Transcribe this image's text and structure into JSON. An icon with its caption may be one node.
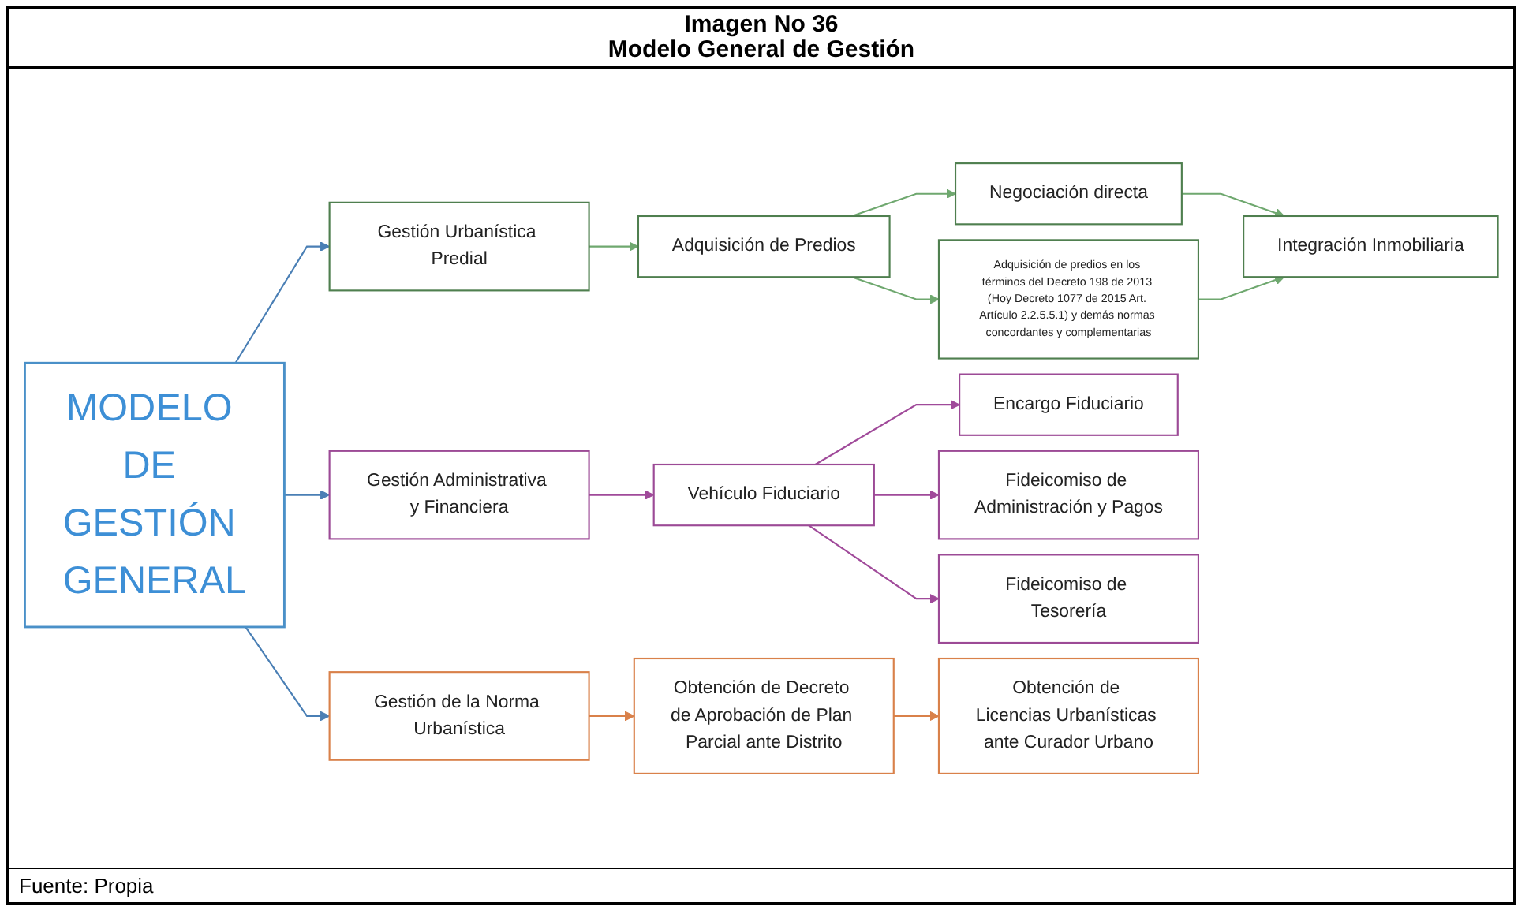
{
  "diagram": {
    "title": "Imagen No 36",
    "caption": "Fuente: Propia",
    "labels": [
      "Modelo General de Gestión"
    ],
    "nodes": [
      {
        "text": [
          "MODELO DE GESTIÓN GENERAL"
        ]
      },
      {
        "text": [
          "Gestión Urbanística Predial"
        ]
      },
      {
        "text": [
          "Adquisición de Predios"
        ]
      },
      {
        "text": [
          "Negociación directa"
        ]
      },
      {
        "text": [
          "Adquisición de predios en los términos del Decreto 198 de 2013 (Hoy Decreto 1077 de 2015 Art. Artículo 2.2.5.5.1) y demás normas concordantes y complementarias"
        ]
      },
      {
        "text": [
          "Integración Inmobiliaria"
        ]
      },
      {
        "text": [
          "Gestión Administrativa y Financiera"
        ]
      },
      {
        "text": [
          "Vehículo Fiduciario"
        ]
      },
      {
        "text": [
          "Encargo Fiduciario"
        ]
      },
      {
        "text": [
          "Fideicomiso de Administración y Pagos"
        ]
      },
      {
        "text": [
          "Fideicomiso de Tesorería"
        ]
      },
      {
        "text": [
          "Gestión de la Norma Urbanística"
        ]
      },
      {
        "text": [
          "Obtención de Decreto de Aprobación de Plan Parcial ante Distrito"
        ]
      },
      {
        "text": [
          "Obtención de Licencias Urbanísticas ante Curador Urbano"
        ]
      }
    ],
    "edges": [
      {
        "from": 0,
        "to": 1,
        "arrow": "to",
        "color": "#4a7fb5"
      },
      {
        "from": 0,
        "to": 6,
        "arrow": "to",
        "color": "#4a7fb5"
      },
      {
        "from": 0,
        "to": 11,
        "arrow": "to",
        "color": "#4a7fb5"
      },
      {
        "from": 1,
        "to": 2,
        "arrow": "to",
        "color": "#6fa86f"
      },
      {
        "from": 2,
        "to": 3,
        "arrow": "to",
        "color": "#6fa86f"
      },
      {
        "from": 2,
        "to": 4,
        "arrow": "to",
        "color": "#6fa86f"
      },
      {
        "from": 3,
        "to": 5,
        "arrow": "to",
        "color": "#6fa86f"
      },
      {
        "from": 4,
        "to": 5,
        "arrow": "to",
        "color": "#6fa86f"
      },
      {
        "from": 6,
        "to": 7,
        "arrow": "to",
        "color": "#a04a9a"
      },
      {
        "from": 7,
        "to": 8,
        "arrow": "to",
        "color": "#a04a9a"
      },
      {
        "from": 7,
        "to": 9,
        "arrow": "to",
        "color": "#a04a9a"
      },
      {
        "from": 7,
        "to": 10,
        "arrow": "to",
        "color": "#a04a9a"
      },
      {
        "from": 11,
        "to": 12,
        "arrow": "to",
        "color": "#d9814a"
      },
      {
        "from": 12,
        "to": 13,
        "arrow": "to",
        "color": "#d9814a"
      }
    ]
  }
}
